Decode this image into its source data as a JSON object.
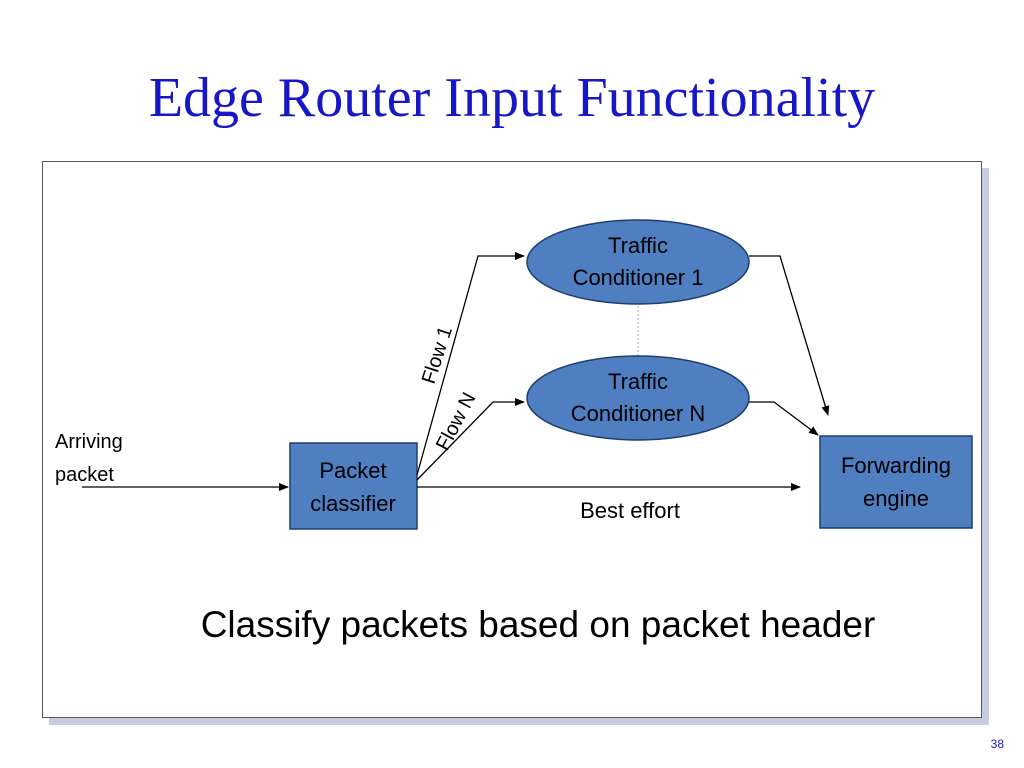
{
  "slide": {
    "title": "Edge Router Input Functionality",
    "page_number": "38"
  },
  "diagram": {
    "input_label_line1": "Arriving",
    "input_label_line2": "packet",
    "classifier": {
      "line1": "Packet",
      "line2": "classifier"
    },
    "conditioner_1": {
      "line1": "Traffic",
      "line2": "Conditioner 1"
    },
    "conditioner_n": {
      "line1": "Traffic",
      "line2": "Conditioner N"
    },
    "forwarding": {
      "line1": "Forwarding",
      "line2": "engine"
    },
    "flow_1_label": "Flow 1",
    "flow_n_label": "Flow N",
    "best_effort_label": "Best effort",
    "caption": "Classify packets based on packet header",
    "colors": {
      "node_fill": "#4f7fc1",
      "node_stroke": "#1f3f6f",
      "title": "#1717c8"
    }
  }
}
